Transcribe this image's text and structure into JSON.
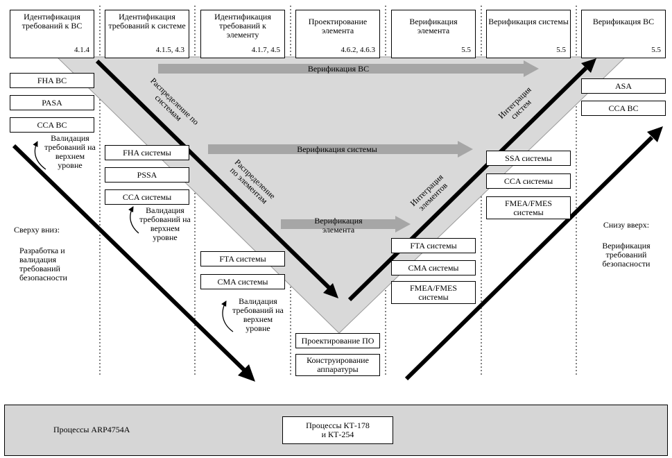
{
  "headers": [
    {
      "title": "Идентификация требований к ВС",
      "num": "4.1.4"
    },
    {
      "title": "Идентификация требований к системе",
      "num": "4.1.5, 4.3"
    },
    {
      "title": "Идентификация требований к элементу",
      "num": "4.1.7, 4.5"
    },
    {
      "title": "Проектирование элемента",
      "num": "4.6.2, 4.6.3"
    },
    {
      "title": "Верификация элемента",
      "num": "5.5"
    },
    {
      "title": "Верификация системы",
      "num": "5.5"
    },
    {
      "title": "Верификация ВС",
      "num": "5.5"
    }
  ],
  "col1": {
    "fha": "FHA ВС",
    "pasa": "PASA",
    "cca": "CCA ВС"
  },
  "col2": {
    "fha": "FHA системы",
    "pssa": "PSSA",
    "cca": "CCA системы"
  },
  "col3": {
    "fta": "FTA системы",
    "cma": "CMA системы"
  },
  "col4": {
    "sw": "Проектирование ПО",
    "hw": "Конструирование аппаратуры"
  },
  "col5": {
    "fta": "FTA системы",
    "cma": "CMA системы",
    "fmea": "FMEA/FMES системы"
  },
  "col6": {
    "ssa": "SSA системы",
    "cca": "CCA системы",
    "fmea": "FMEA/FMES системы"
  },
  "col7": {
    "asa": "ASA",
    "cca": "CCA ВС"
  },
  "validation": "Валидация требований на верхнем уровне",
  "arrows": {
    "verif_ac": "Верификация ВС",
    "verif_sys": "Верификация системы",
    "verif_elem": "Верификация элемента",
    "dist_sys": "Распределение по системам",
    "dist_elem": "Распределение по элементам",
    "integ_sys": "Интеграция систем",
    "integ_elem": "Интеграция элементов"
  },
  "left_note": {
    "title": "Сверху вниз:",
    "body": "Разработка и валидация требований безопасности"
  },
  "right_note": {
    "title": "Снизу вверх:",
    "body": "Верификация требований безопасности"
  },
  "footer": {
    "left": "Процессы ARP4754A",
    "center": "Процессы КТ-178 и КТ-254"
  }
}
